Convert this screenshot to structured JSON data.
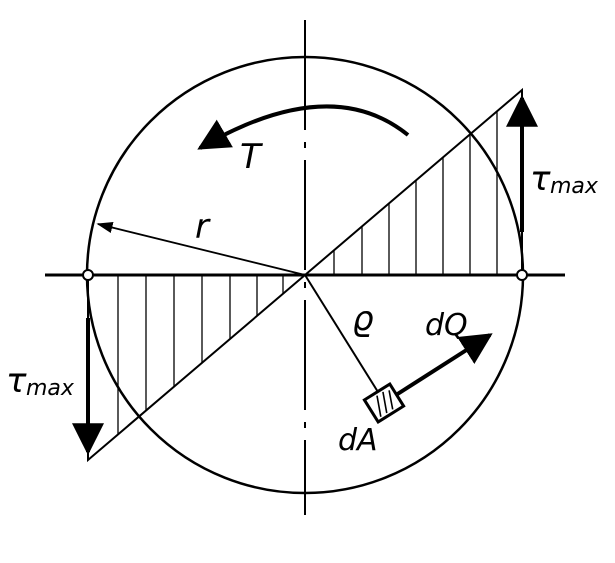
{
  "labels": {
    "torque": "T",
    "radius": "r",
    "rho": "ϱ",
    "dQ": "dQ",
    "dA": "dA",
    "tau_symbol": "τ",
    "tau_subscript": "max"
  },
  "colors": {
    "ink": "#000000",
    "background": "#ffffff"
  }
}
